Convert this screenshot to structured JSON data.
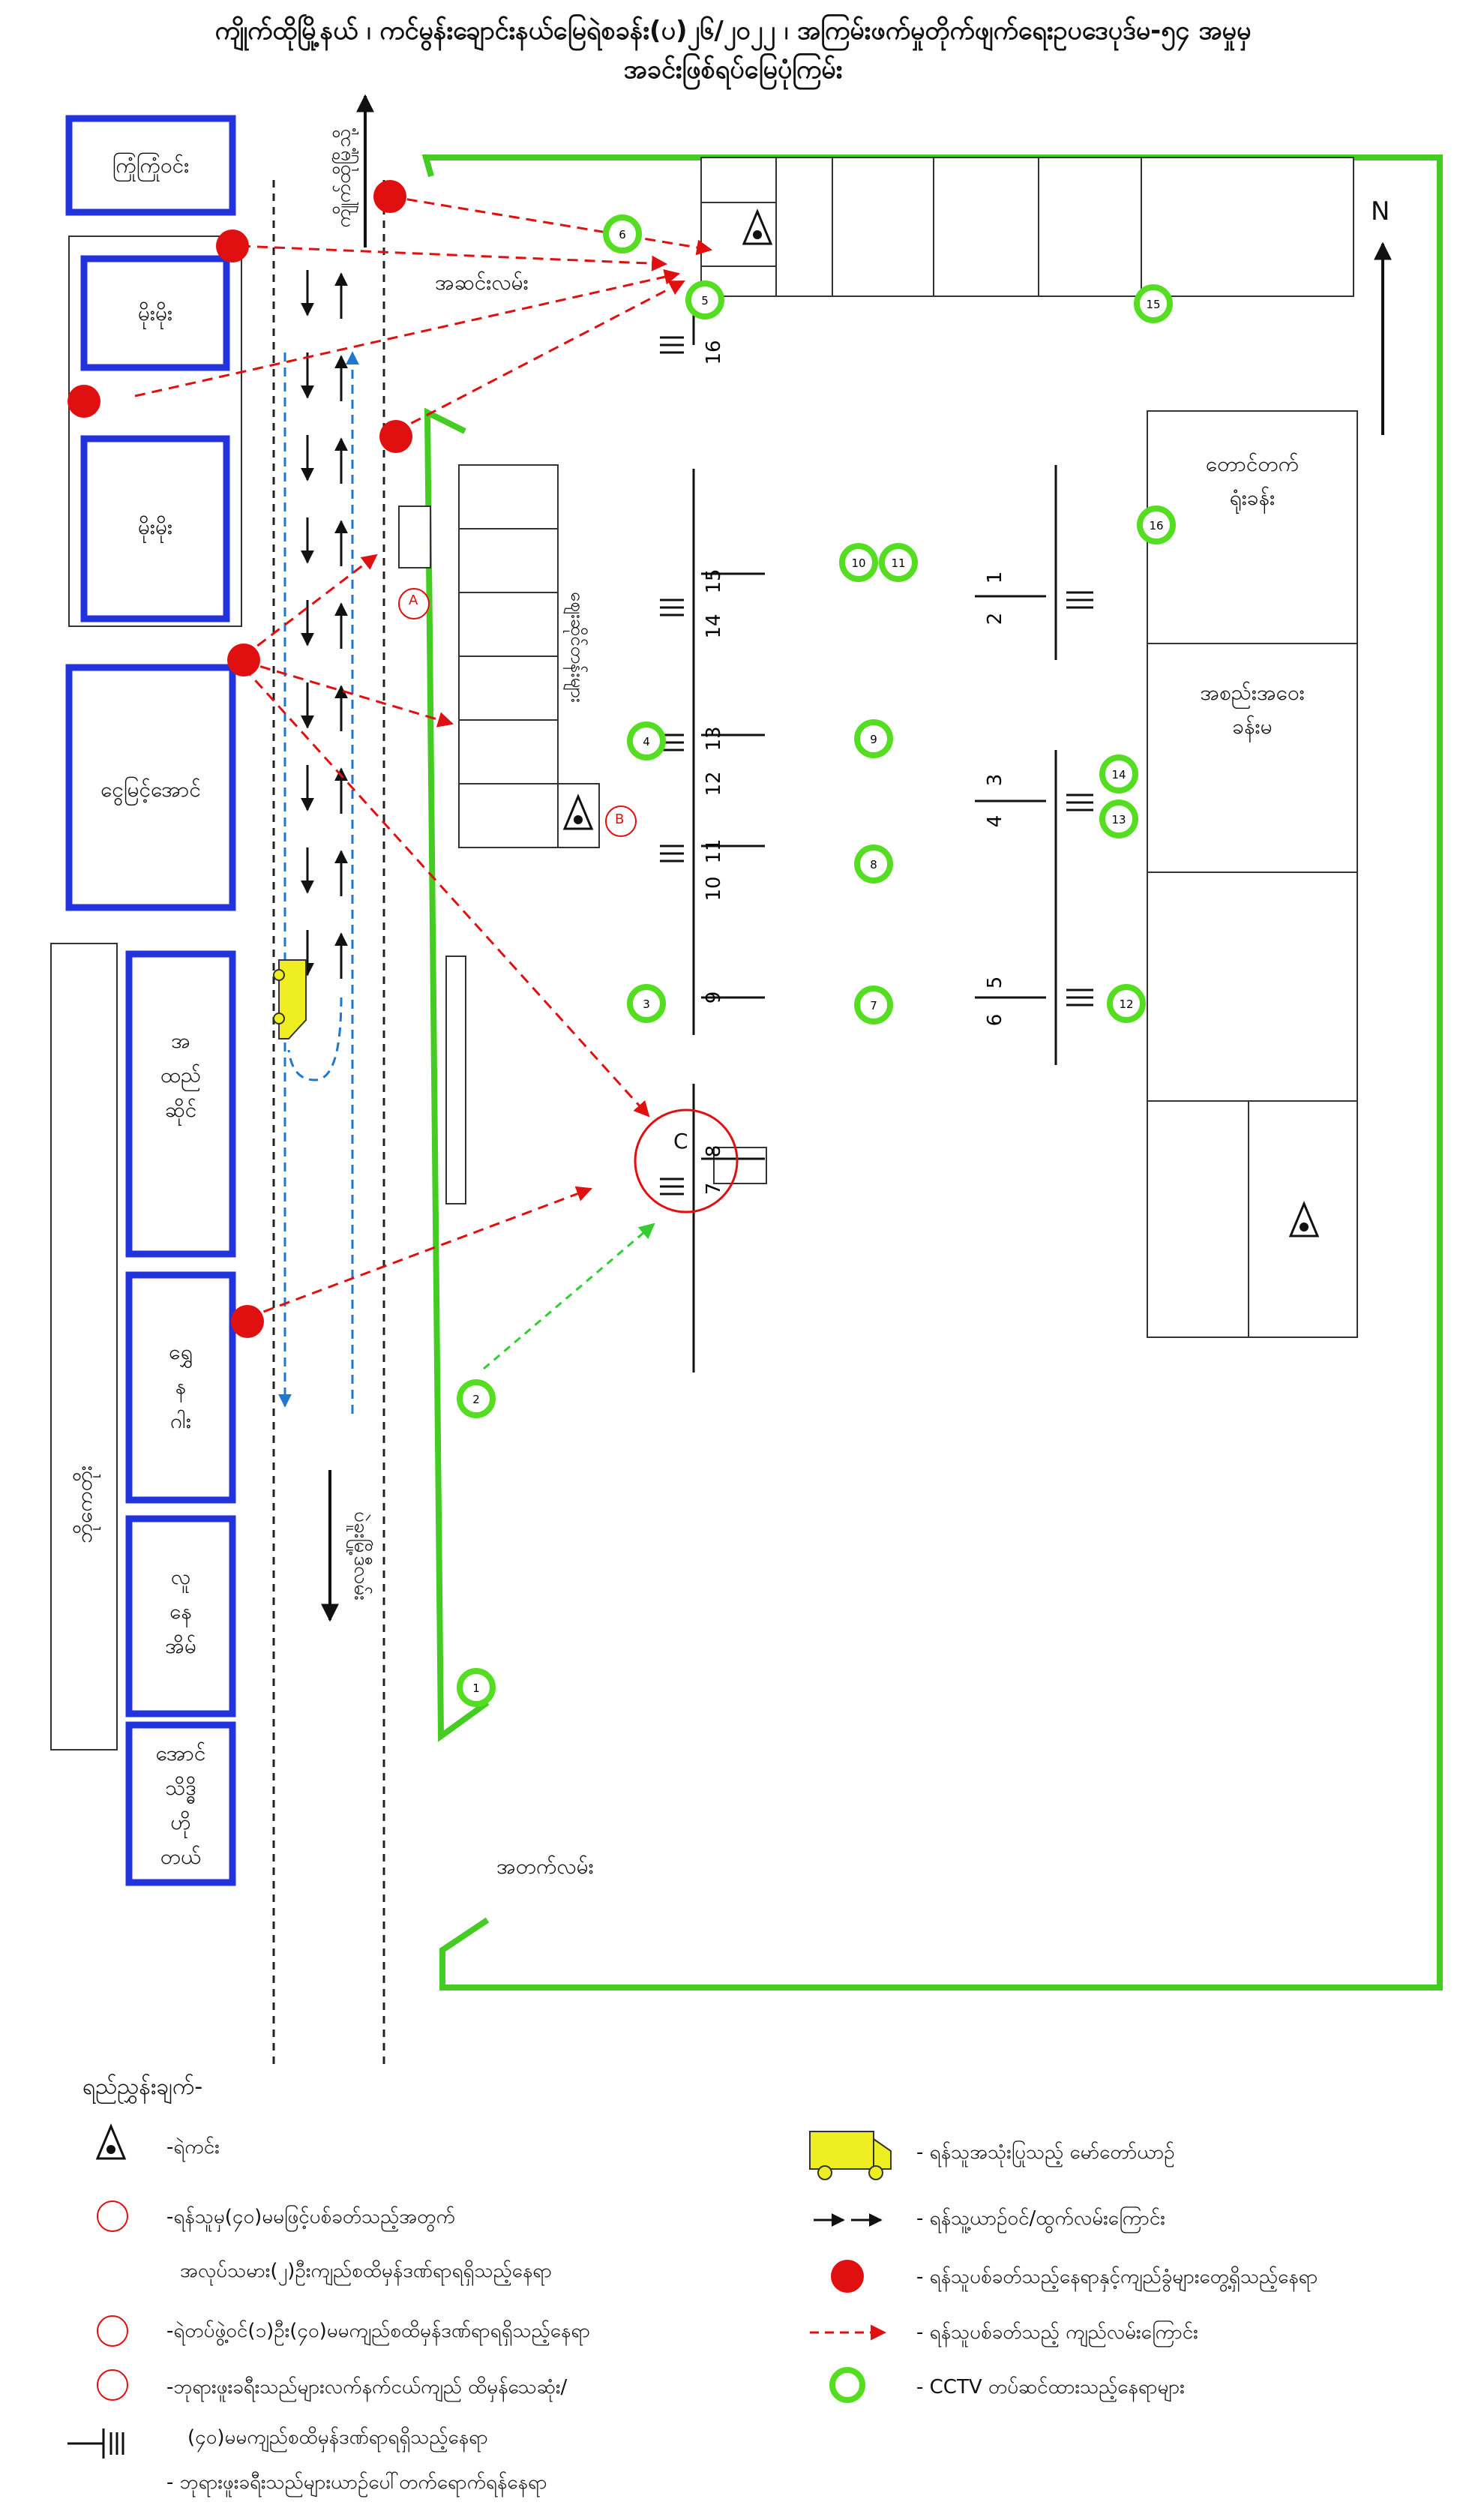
{
  "title": {
    "line1": "ကျိုက်ထိုမြို့နယ် ၊ ကင်မွန်းချောင်းနယ်မြေရဲစခန်း(ပ)၂၆/၂၀၂၂ ၊ အကြမ်းဖက်မှုတိုက်ဖျက်ရေးဥပဒေပုဒ်မ-၅၄ အမှုမှ",
    "line2": "အခင်းဖြစ်ရပ်မြေပုံကြမ်း"
  },
  "buildings": {
    "b1": "ကြုံကြုံဝင်း",
    "b2": "မိုးမိုး",
    "b3": "မိုးမိုး",
    "b4": "ငွေမြင့်အောင်",
    "b5": [
      "အ",
      "ထည်",
      "ဆိုင်"
    ],
    "b6": [
      "ရွှေ",
      "န",
      "ဂါး"
    ],
    "b7": [
      "လူ",
      "နေ",
      "အိမ်"
    ],
    "b8": [
      "အောင်",
      "သိဒ္ဓိ",
      "ဟို",
      "တယ်"
    ],
    "side_building": "ဘိုကေတိုး",
    "room_tg_1": "တောင်တက်",
    "room_tg_2": "ရုံးခန်း",
    "room_as_1": "အစည်းအဝေး",
    "room_as_2": "ခန်းမ",
    "market_label": "ဈေးဆိုင်တန်းများ"
  },
  "labels": {
    "entrance": "အဆင်းလမ်း",
    "exit": "အတက်လမ်း",
    "road_north": "ကျိုက်ထိုမြို့သို့",
    "road_south": "ပဲခူးမြို့ဒီလမ်း",
    "north": "N",
    "point_A": "A",
    "point_B": "B",
    "point_C": "C"
  },
  "pump_numbers": [
    "16",
    "15",
    "14",
    "13",
    "12",
    "11",
    "10",
    "9",
    "8",
    "7",
    "1",
    "2",
    "3",
    "4",
    "5",
    "6"
  ],
  "cctv": [
    "1",
    "2",
    "3",
    "4",
    "5",
    "6",
    "7",
    "8",
    "9",
    "10",
    "11",
    "12",
    "13",
    "14",
    "15",
    "16"
  ],
  "legend": {
    "title": "ရည်ညွှန်းချက်-",
    "items": [
      "-ရဲကင်း",
      "-ရန်သူမှ(၄၀)မမဖြင့်ပစ်ခတ်သည့်အတွက်",
      "အလုပ်သမား(၂)ဦးကျည်စထိမှန်ဒဏ်ရာရရှိသည့်နေရာ",
      "-ရဲတပ်ဖွဲ့ဝင်(၁)ဦး(၄၀)မမကျည်စထိမှန်ဒဏ်ရာရရှိသည့်နေရာ",
      "-ဘုရားဖူးခရီးသည်များလက်နက်ငယ်ကျည် ထိမှန်သေဆုံး/",
      "(၄၀)မမကျည်စထိမှန်ဒဏ်ရာရရှိသည့်နေရာ",
      "- ဘုရားဖူးခရီးသည်များယာဉ်ပေါ်တက်ရောက်ရန်နေရာ",
      "- ရန်သူအသုံးပြုသည့် မော်တော်ယာဉ်",
      "- ရန်သူ့ယာဉ်ဝင်/ထွက်လမ်းကြောင်း",
      "- ရန်သူပစ်ခတ်သည့်နေရာနှင့်ကျည်ခွံများတွေ့ရှိသည့်နေရာ",
      "- ရန်သူပစ်ခတ်သည့် ကျည်လမ်းကြောင်း",
      "- CCTV တပ်ဆင်ထားသည့်နေရာများ"
    ]
  },
  "colors": {
    "building_border": "#2233dd",
    "compound_border": "#44cc22",
    "shooting_point": "#e01010",
    "fire_line": "#e01010",
    "cctv_ring": "#55dd22",
    "vehicle": "#eeee22",
    "route_line": "#1f77d0",
    "green_line": "#33cc33"
  }
}
